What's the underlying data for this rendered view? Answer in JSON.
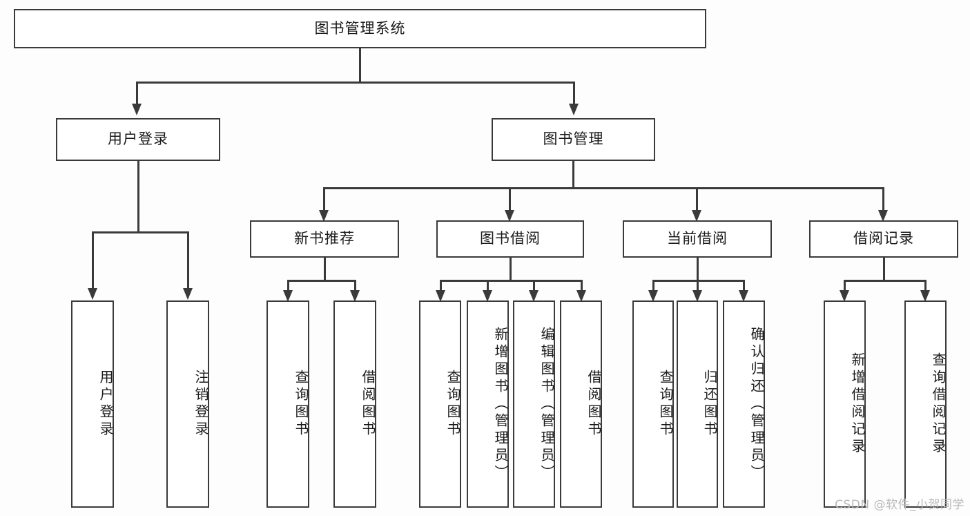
{
  "diagram": {
    "type": "tree-hierarchy",
    "title": "图书管理系统",
    "watermark": "CSDN @软件_小贺同学",
    "colors": {
      "border": "#3a3a3a",
      "box_fill": "#ffffff",
      "text": "#1b1b1b",
      "background": "#fdfdfd",
      "watermark": "#b9b9b9"
    },
    "root": {
      "label": "图书管理系统"
    },
    "level2": [
      {
        "id": "user-login",
        "label": "用户登录"
      },
      {
        "id": "book-manage",
        "label": "图书管理"
      }
    ],
    "level3": [
      {
        "id": "new-book-recommend",
        "label": "新书推荐"
      },
      {
        "id": "book-borrow",
        "label": "图书借阅"
      },
      {
        "id": "current-borrow",
        "label": "当前借阅"
      },
      {
        "id": "borrow-record",
        "label": "借阅记录"
      }
    ],
    "leaves": {
      "user_login": [
        {
          "id": "leaf-user-login",
          "label": "用户登录"
        },
        {
          "id": "leaf-logout-login",
          "label": "注销登录"
        }
      ],
      "new_book_recommend": [
        {
          "id": "leaf-query-book-1",
          "label": "查询图书"
        },
        {
          "id": "leaf-borrow-book-1",
          "label": "借阅图书"
        }
      ],
      "book_borrow": [
        {
          "id": "leaf-query-book-2",
          "label": "查询图书"
        },
        {
          "id": "leaf-add-book",
          "label": "新增图书（管理员）"
        },
        {
          "id": "leaf-edit-book",
          "label": "编辑图书（管理员）"
        },
        {
          "id": "leaf-borrow-book-2",
          "label": "借阅图书"
        }
      ],
      "current_borrow": [
        {
          "id": "leaf-query-book-3",
          "label": "查询图书"
        },
        {
          "id": "leaf-return-book",
          "label": "归还图书"
        },
        {
          "id": "leaf-confirm-return",
          "label": "确认归还（管理员）"
        }
      ],
      "borrow_record": [
        {
          "id": "leaf-add-record",
          "label": "新增借阅记录"
        },
        {
          "id": "leaf-query-record",
          "label": "查询借阅记录"
        }
      ]
    }
  }
}
